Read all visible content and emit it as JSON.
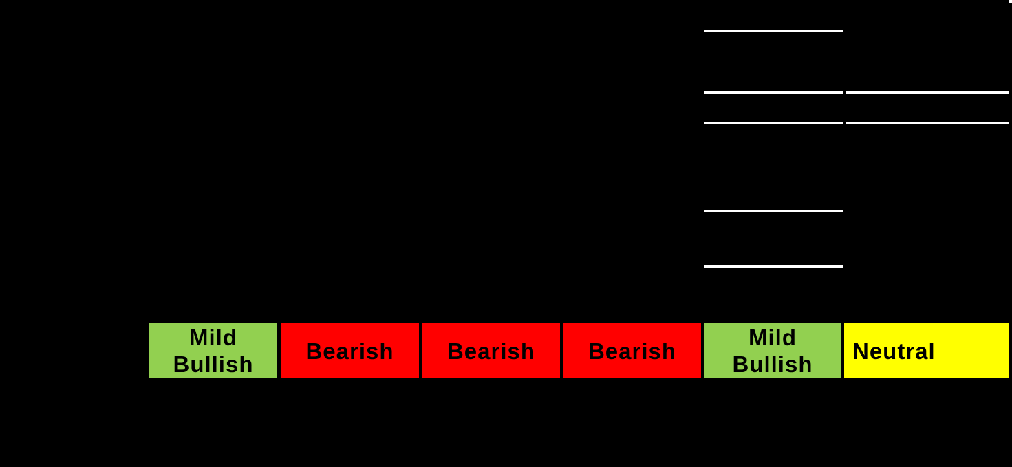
{
  "window": {
    "background_color": "#000000"
  },
  "rules": {
    "color": "#FFFFFF"
  },
  "sentiment_row": {
    "text_color": "#000000",
    "cells": [
      {
        "label": "Mild Bullish",
        "lines": [
          "Mild",
          "Bullish"
        ],
        "sentiment": "mild-bullish",
        "color": "#92D050"
      },
      {
        "label": "Bearish",
        "lines": [
          "Bearish"
        ],
        "sentiment": "bearish",
        "color": "#FF0000"
      },
      {
        "label": "Bearish",
        "lines": [
          "Bearish"
        ],
        "sentiment": "bearish",
        "color": "#FF0000"
      },
      {
        "label": "Bearish",
        "lines": [
          "Bearish"
        ],
        "sentiment": "bearish",
        "color": "#FF0000"
      },
      {
        "label": "Mild Bullish",
        "lines": [
          "Mild",
          "Bullish"
        ],
        "sentiment": "mild-bullish",
        "color": "#92D050"
      },
      {
        "label": "Neutral",
        "lines": [
          "Neutral"
        ],
        "sentiment": "neutral",
        "color": "#FFFF00"
      }
    ]
  }
}
